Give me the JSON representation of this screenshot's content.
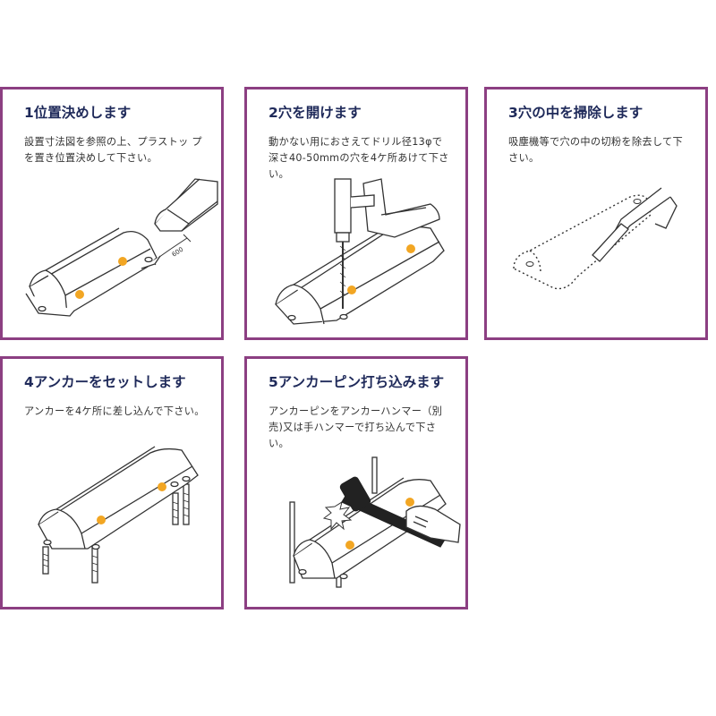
{
  "steps": [
    {
      "title": "1位置決めします",
      "description": "設置寸法図を参照の上、プラストッ プを置き位置決めして下さい。",
      "dimension_label": "600"
    },
    {
      "title": "2穴を開けます",
      "description": "動かない用におさえてドリル径13φで深さ40-50mmの穴を4ケ所あけて下さい。"
    },
    {
      "title": "3穴の中を掃除します",
      "description": "吸塵機等で穴の中の切粉を除去して下さい。"
    },
    {
      "title": "4アンカーをセットします",
      "description": "アンカーを4ケ所に差し込んで下さい。"
    },
    {
      "title": "5アンカーピン打ち込みます",
      "description": "アンカーピンをアンカーハンマー（別売)又は手ハンマーで打ち込んで下さい。"
    }
  ],
  "colors": {
    "border": "#8c3f82",
    "title": "#1f2a5a",
    "hole": "#f2a623"
  }
}
